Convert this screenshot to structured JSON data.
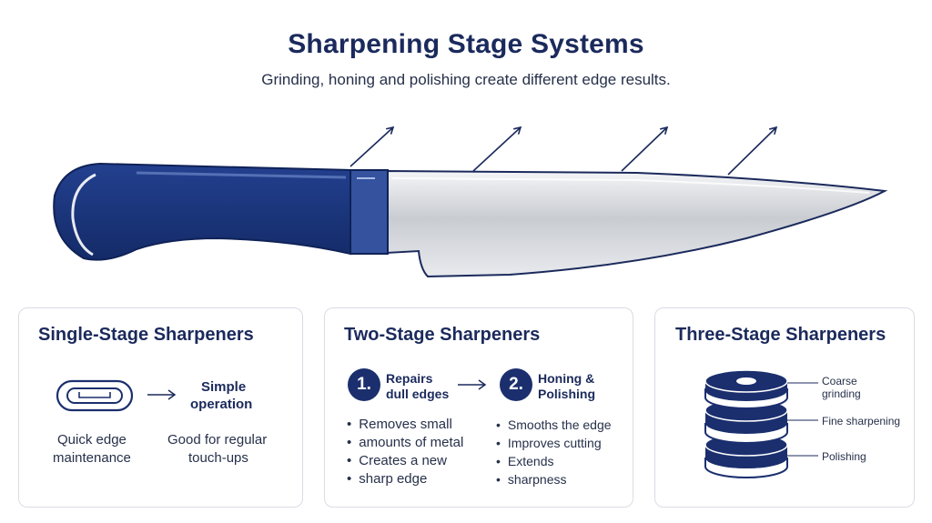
{
  "header": {
    "title": "Sharpening Stage Systems",
    "subtitle": "Grinding, honing and polishing create different edge results."
  },
  "colors": {
    "navy": "#1b2f6e",
    "title_navy": "#1b2a5c",
    "card_border": "#d9dce3",
    "blade_steel": "#c9ccd1"
  },
  "cards": {
    "single": {
      "title": "Single-Stage Sharpeners",
      "icon": "sharpener-slot-icon",
      "result": [
        "Simple",
        "operation"
      ],
      "captions": [
        [
          "Quick edge",
          "maintenance"
        ],
        [
          "Good for regular",
          "touch-ups"
        ]
      ]
    },
    "two": {
      "title": "Two-Stage Sharpeners",
      "steps": [
        {
          "number": "1.",
          "label": [
            "Repairs",
            "dull edges"
          ]
        },
        {
          "number": "2.",
          "label": [
            "Honing &",
            "Polishing"
          ]
        }
      ],
      "bullets_left": [
        "Removes small",
        "amounts of metal",
        "Creates a new",
        "sharp edge"
      ],
      "bullets_right": [
        "Smooths the edge",
        "Improves cutting",
        "Extends",
        "sharpness"
      ]
    },
    "three": {
      "title": "Three-Stage Sharpeners",
      "icon": "stacked-wheels-icon",
      "labels": [
        [
          "Coarse",
          "grinding"
        ],
        [
          "Fine sharpening"
        ],
        [
          "Polishing"
        ]
      ]
    }
  }
}
